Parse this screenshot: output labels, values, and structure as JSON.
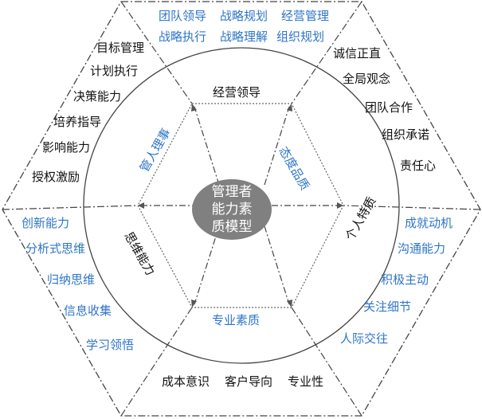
{
  "center": {
    "lines": [
      "管理者",
      "能力素",
      "质模型"
    ]
  },
  "sections": {
    "top": "经营领导",
    "upper_right": "态度品质",
    "lower_right": "个人特质",
    "bottom": "专业素质",
    "lower_left": "思维能力",
    "upper_left": "管人理事"
  },
  "outer": {
    "top_row1": [
      "团队领导",
      "战略规划",
      "经营管理"
    ],
    "top_row2": [
      "战略执行",
      "战略理解",
      "组织规划"
    ],
    "upper_left": [
      "目标管理",
      "计划执行",
      "决策能力",
      "培养指导",
      "影响能力",
      "授权激励"
    ],
    "upper_right": [
      "诚信正直",
      "全局观念",
      "团队合作",
      "组织承诺",
      "责任心"
    ],
    "lower_left": [
      "创新能力",
      "分析式思维",
      "归纳思维",
      "信息收集",
      "学习领悟"
    ],
    "lower_right": [
      "成就动机",
      "沟通能力",
      "积极主动",
      "关注细节",
      "人际交往"
    ],
    "bottom": [
      "成本意识",
      "客户导向",
      "专业性"
    ]
  },
  "colors": {
    "blue": "#2E75C6",
    "black": "#111111",
    "center_fill": "#808080",
    "line": "#444444"
  }
}
